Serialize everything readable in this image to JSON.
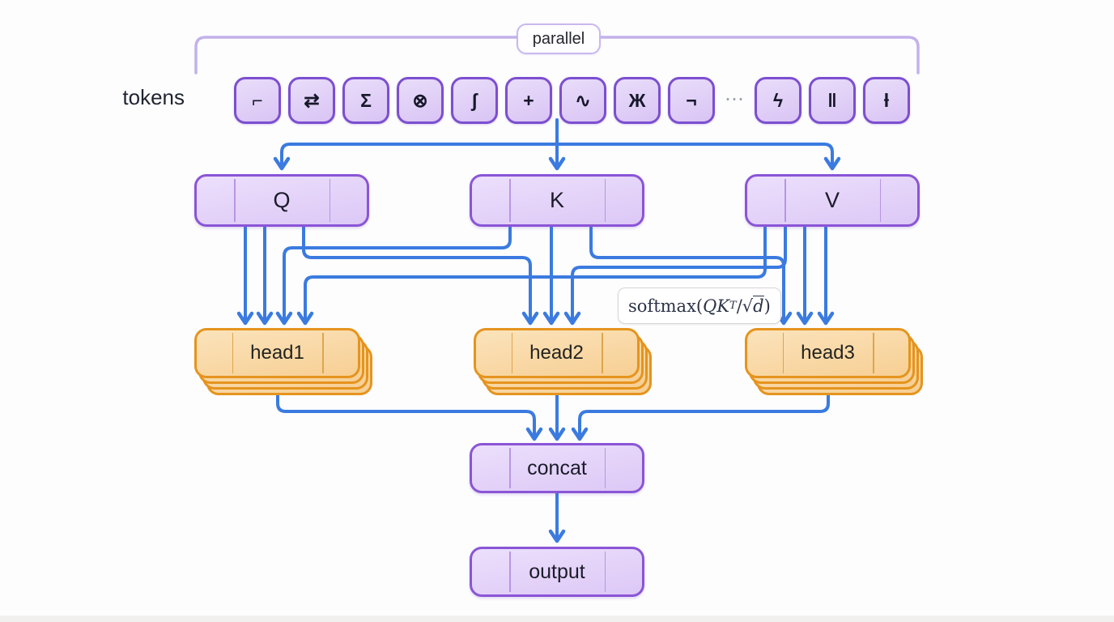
{
  "header": {
    "parallel_label": "parallel",
    "tokens_label": "tokens"
  },
  "tokens": {
    "glyphs": [
      "⌐",
      "⇄",
      "Σ",
      "⊗",
      "ʃ",
      "+",
      "∿",
      "Ж",
      "¬",
      "ϟ",
      "‖",
      "ƚ"
    ],
    "ellipsis": "⋯"
  },
  "projections": [
    {
      "label": "Q"
    },
    {
      "label": "K"
    },
    {
      "label": "V"
    }
  ],
  "heads": [
    {
      "label": "head1"
    },
    {
      "label": "head2"
    },
    {
      "label": "head3"
    }
  ],
  "formula": {
    "func": "softmax",
    "open": "(",
    "qk": "QK",
    "sup": "T",
    "slash": "/",
    "radical": "√",
    "operand": "d",
    "close": ")"
  },
  "concat": {
    "label": "concat"
  },
  "output": {
    "label": "output"
  },
  "colors": {
    "arrow_blue": "#3b7be0",
    "purple_border": "#8a55d6",
    "purple_fill": "#e2d0f8",
    "orange_border": "#e5941e",
    "orange_fill": "#f9d9a4",
    "bracket_purple": "#c3b1ec"
  }
}
